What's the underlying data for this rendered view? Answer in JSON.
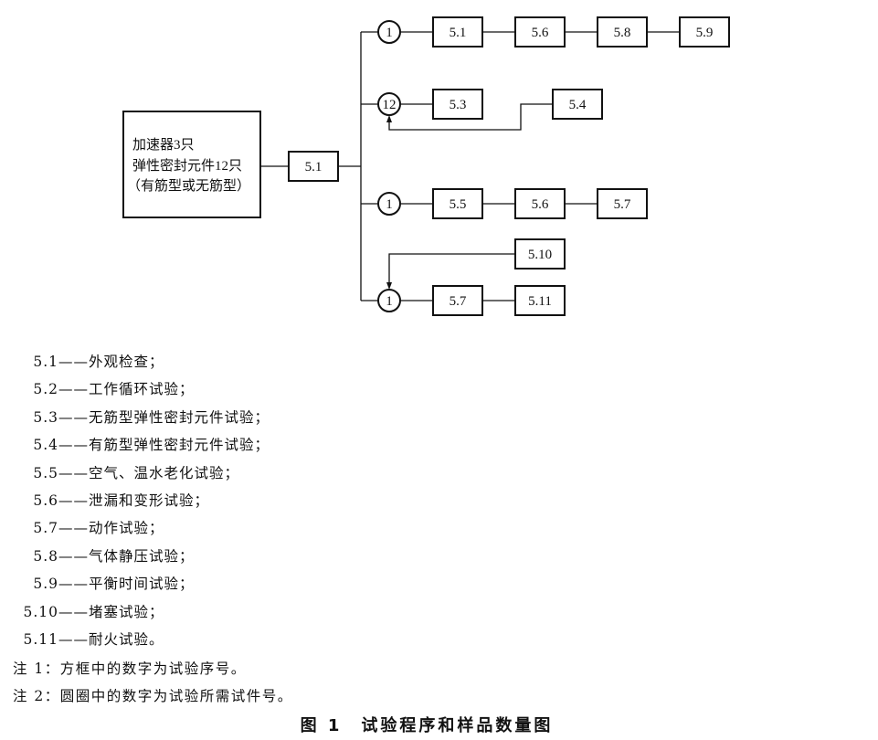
{
  "diagram": {
    "source_box": [
      "加速器3只",
      "弹性密封元件12只",
      "（有筋型或无筋型）"
    ],
    "first_step": "5.1",
    "branches": [
      {
        "sample": "1",
        "steps": [
          "5.1",
          "5.6",
          "5.8",
          "5.9"
        ]
      },
      {
        "sample": "12",
        "steps": [
          "5.3"
        ],
        "feedback_step": "5.4"
      },
      {
        "sample": "1",
        "steps": [
          "5.5",
          "5.6",
          "5.7"
        ]
      },
      {
        "sample": "1",
        "steps": [
          "5.7",
          "5.11"
        ],
        "feedback_step": "5.10"
      }
    ]
  },
  "legend": [
    {
      "code": "5.1",
      "text": "外观检查；"
    },
    {
      "code": "5.2",
      "text": "工作循环试验；"
    },
    {
      "code": "5.3",
      "text": "无筋型弹性密封元件试验；"
    },
    {
      "code": "5.4",
      "text": "有筋型弹性密封元件试验；"
    },
    {
      "code": "5.5",
      "text": "空气、温水老化试验；"
    },
    {
      "code": "5.6",
      "text": "泄漏和变形试验；"
    },
    {
      "code": "5.7",
      "text": "动作试验；"
    },
    {
      "code": "5.8",
      "text": "气体静压试验；"
    },
    {
      "code": "5.9",
      "text": "平衡时间试验；"
    },
    {
      "code": "5.10",
      "text": "堵塞试验；"
    },
    {
      "code": "5.11",
      "text": "耐火试验。"
    }
  ],
  "legend_dash": "——",
  "notes": [
    "注 1：方框中的数字为试验序号。",
    "注 2：圆圈中的数字为试验所需试件号。"
  ],
  "caption": "图 1　试验程序和样品数量图"
}
